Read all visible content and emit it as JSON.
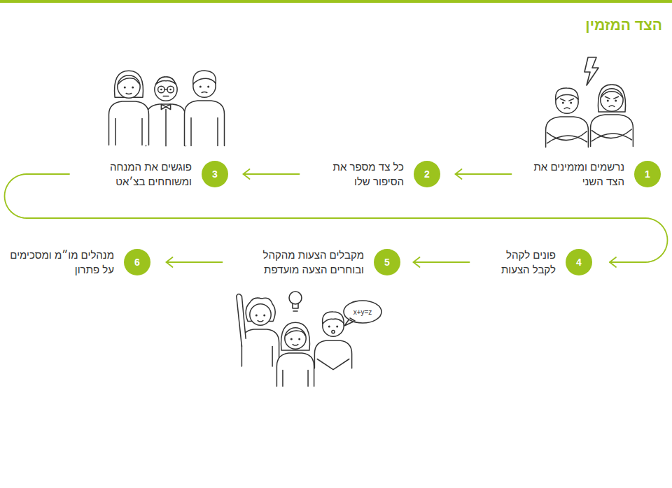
{
  "diagram": {
    "title": "הצד המזמין",
    "nodes": [
      {
        "text": [
          "1",
          "נרשמים ומזמינים את הצד השני"
        ]
      },
      {
        "text": [
          "2",
          "כל צד מספר את הסיפור שלו"
        ]
      },
      {
        "text": [
          "3",
          "פוגשים את המנחה ומשוחחים בצ׳אט"
        ]
      },
      {
        "text": [
          "4",
          "פונים לקהל לקבל הצעות"
        ]
      },
      {
        "text": [
          "5",
          "מקבלים הצעות מהקהל ובוחרים הצעה מועדפת"
        ]
      },
      {
        "text": [
          "6",
          "מנהלים מו״מ ומסכימים על פתרון"
        ]
      }
    ],
    "edges": [
      {
        "from": 0,
        "to": 1,
        "arrow": "to"
      },
      {
        "from": 1,
        "to": 2,
        "arrow": "to"
      },
      {
        "from": 2,
        "to": 3,
        "arrow": "to"
      },
      {
        "from": 3,
        "to": 4,
        "arrow": "to"
      },
      {
        "from": 4,
        "to": 5,
        "arrow": "to"
      }
    ],
    "labels": [
      "x+y=z"
    ]
  }
}
